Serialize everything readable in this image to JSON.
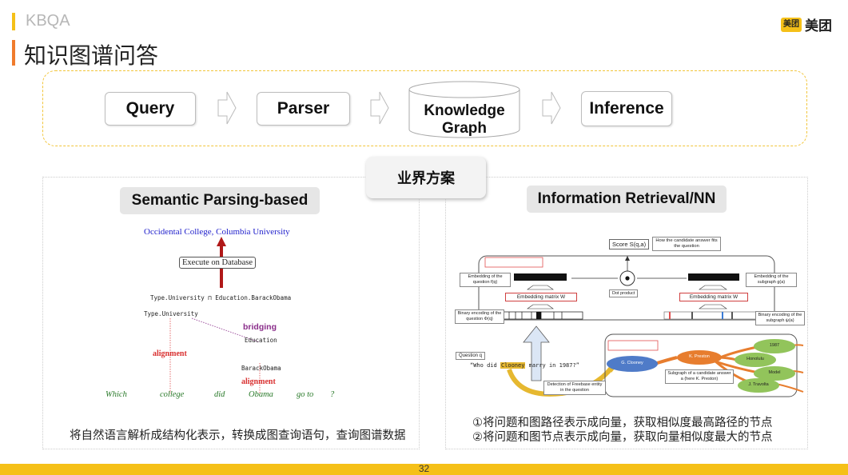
{
  "section_label": "KBQA",
  "page_title": "知识图谱问答",
  "logo": {
    "badge": "美团",
    "text": "美团"
  },
  "pipeline": [
    {
      "label": "Query",
      "shape": "box"
    },
    {
      "label": "Parser",
      "shape": "box"
    },
    {
      "label": "Knowledge Graph",
      "shape": "cylinder"
    },
    {
      "label": "Inference",
      "shape": "box"
    }
  ],
  "industry_label": "业界方案",
  "left_panel": {
    "title": "Semantic Parsing-based",
    "answer": "Occidental College, Columbia University",
    "execute": "Execute on Database",
    "logical_form": "Type.University ⊓ Education.BarackObama",
    "type_university": "Type.University",
    "bridging": "bridging",
    "education": "Education",
    "alignment1": "alignment",
    "barack": "BarackObama",
    "alignment2": "alignment",
    "words": [
      "Which",
      "college",
      "did",
      "Obama",
      "go to",
      "?"
    ],
    "caption": "将自然语言解析成结构化表示，转换成图查询语句，查询图谱数据"
  },
  "right_panel": {
    "title": "Information Retrieval/NN",
    "score": "Score S(q,a)",
    "how_fits": "How the candidate answer fits the question",
    "emb_q": "Embedding of the question f(q)",
    "emb_sub": "Embedding of the subgraph g(a)",
    "dot_product": "Dot product",
    "matrix_left": "Embedding matrix W",
    "matrix_right": "Embedding matrix W",
    "binary_q": "Binary encoding of the question Φ(q)",
    "binary_sub": "Binary encoding of the subgraph ψ(a)",
    "question_label": "Question q",
    "question_pre": "“Who did",
    "question_entity": "Clooney",
    "question_post": "marry in 1987?”",
    "detection": "Detection of Freebase entity in the question",
    "subgraph_desc": "Subgraph of a candidate answer a (here K. Preston)",
    "nodes": {
      "clooney": "G. Clooney",
      "preston": "K. Preston",
      "year": "1987",
      "honolulu": "Honolulu",
      "model": "Model",
      "travolta": "J. Travolta"
    },
    "caption1": "①将问题和图路径表示成向量，获取相似度最高路径的节点",
    "caption2": "②将问题和图节点表示成向量，获取向量相似度最大的节点"
  },
  "page_number": "32",
  "colors": {
    "accent_yellow": "#f5c018",
    "accent_orange": "#f07b2c",
    "answer_blue": "#2222cc",
    "align_red": "#d93030",
    "bridging_purple": "#8a2d8a",
    "words_green": "#2a7a2a",
    "node_blue": "#4f7bc8",
    "node_orange": "#e77d2e",
    "node_green": "#92c45b"
  }
}
